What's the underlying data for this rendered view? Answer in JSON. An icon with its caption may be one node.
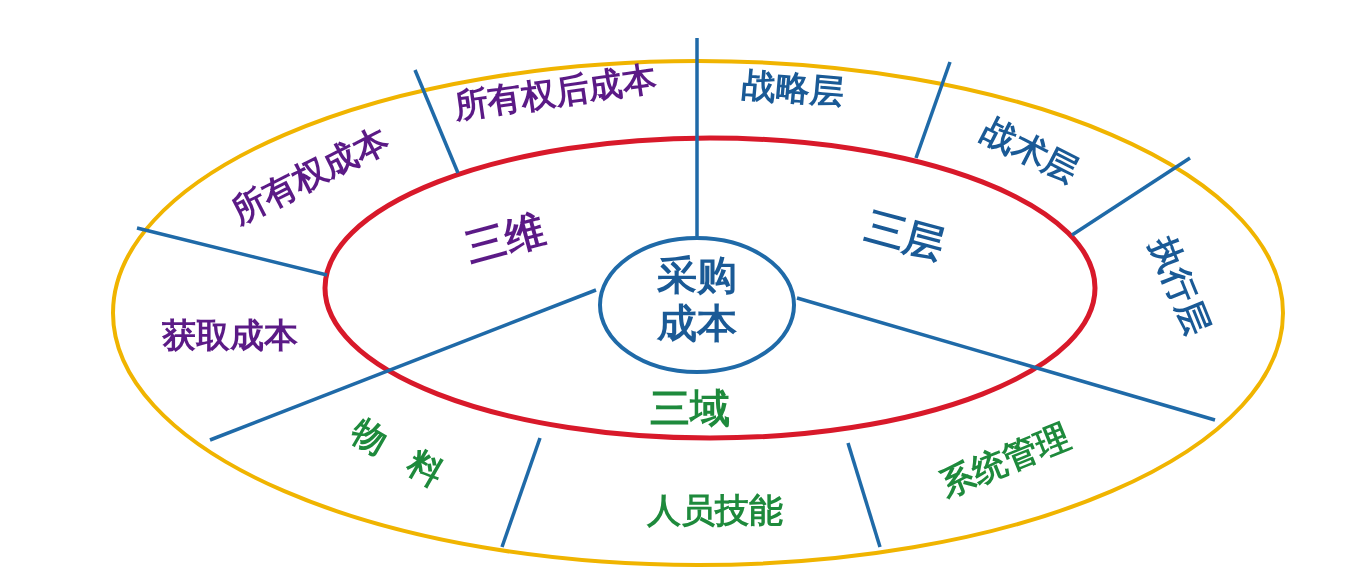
{
  "diagram": {
    "nodes": [
      {
        "text": [
          "采购成本"
        ]
      },
      {
        "text": [
          "三维"
        ]
      },
      {
        "text": [
          "三层"
        ]
      },
      {
        "text": [
          "三域"
        ]
      },
      {
        "text": [
          "所有权成本"
        ]
      },
      {
        "text": [
          "所有权后成本"
        ]
      },
      {
        "text": [
          "获取成本"
        ]
      },
      {
        "text": [
          "战略层"
        ]
      },
      {
        "text": [
          "战术层"
        ]
      },
      {
        "text": [
          "执行层"
        ]
      },
      {
        "text": [
          "物料"
        ]
      },
      {
        "text": [
          "人员技能"
        ]
      },
      {
        "text": [
          "系统管理"
        ]
      }
    ]
  }
}
